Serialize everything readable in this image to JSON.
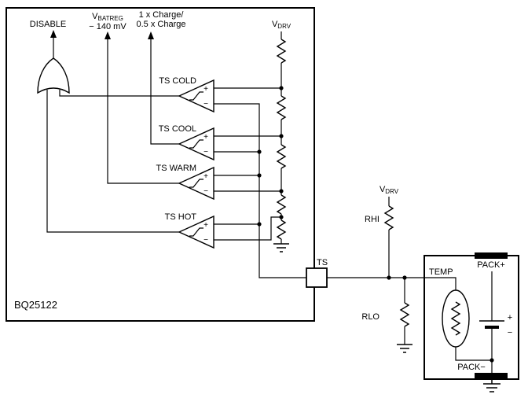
{
  "chip": {
    "name": "BQ25122"
  },
  "labels": {
    "disable": "DISABLE",
    "vbatreg_base": "V",
    "vbatreg_sub": "BATREG",
    "vbatreg_line2": "− 140 mV",
    "charge_line1": "1 x Charge/",
    "charge_line2": "0.5 x Charge",
    "vdrv_base": "V",
    "vdrv_sub": "DRV"
  },
  "comparators": [
    {
      "label": "TS COLD"
    },
    {
      "label": "TS COOL"
    },
    {
      "label": "TS WARM"
    },
    {
      "label": "TS HOT"
    }
  ],
  "ui": {
    "plus": "+",
    "minus": "−"
  },
  "pins": {
    "ts": "TS"
  },
  "external": {
    "vdrv_base": "V",
    "vdrv_sub": "DRV",
    "rhi": "RHI",
    "rlo": "RLO"
  },
  "pack": {
    "temp": "TEMP",
    "pack_plus": "PACK+",
    "pack_minus": "PACK−",
    "battery_plus": "+",
    "battery_minus": "−"
  }
}
